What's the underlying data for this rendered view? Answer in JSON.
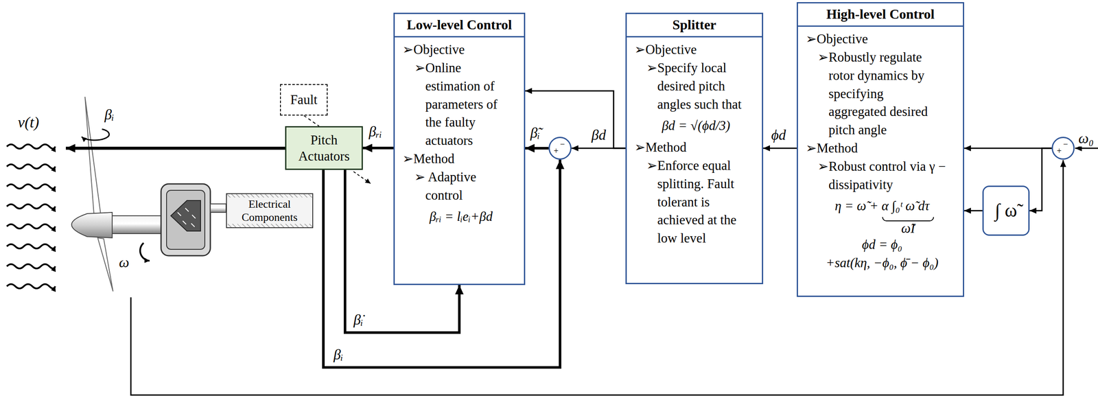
{
  "diagram": {
    "nodes": [
      {
        "text": [
          "Fault"
        ]
      },
      {
        "text": [
          "Pitch Actuators"
        ]
      },
      {
        "text": [
          "Electrical Components"
        ]
      },
      {
        "text": [
          "Low-level Control",
          "➢Objective",
          "➢Online estimation of parameters of the faulty actuators",
          "➢Method",
          "➢ Adaptive control",
          "βᵣᵢ = lᵢeᵢ+βd"
        ]
      },
      {
        "text": [
          "−",
          "+"
        ]
      },
      {
        "text": [
          "Splitter",
          "➢Objective",
          "➢Specify local desired pitch angles such that",
          "βd = √(ϕd/3)",
          "➢Method",
          "➢Enforce equal splitting. Fault tolerant is achieved at the low level"
        ]
      },
      {
        "text": [
          "High-level Control",
          "➢Objective",
          "➢Robustly regulate rotor dynamics by specifying aggregated desired pitch angle",
          "➢Method",
          "➢Robust control via γ − dissipativity",
          "η = ω̃ + α ∫₀ᵗ ω̃ dτ",
          "ω̃I",
          "ϕd = ϕ₀",
          "+sat(kη, −ϕ₀, ϕ̄ − ϕ₀)"
        ]
      },
      {
        "text": [
          "∫ ω̃"
        ]
      },
      {
        "text": [
          "−",
          "+"
        ]
      }
    ],
    "edges": [
      {
        "from": 0,
        "to": 1,
        "arrow": "none"
      },
      {
        "from": 3,
        "to": 1,
        "arrow": "to",
        "label": "βᵣᵢ"
      },
      {
        "from": 4,
        "to": 3,
        "arrow": "to",
        "label": "β̃ᵢ"
      },
      {
        "from": 5,
        "to": 4,
        "arrow": "to",
        "label": "βd"
      },
      {
        "from": 5,
        "to": 3,
        "arrow": "to"
      },
      {
        "from": 6,
        "to": 5,
        "arrow": "to",
        "label": "ϕd"
      },
      {
        "from": 8,
        "to": 6,
        "arrow": "to"
      },
      {
        "from": 8,
        "to": 7,
        "arrow": "to"
      },
      {
        "from": 7,
        "to": 6,
        "arrow": "to"
      },
      {
        "from": 1,
        "to": 3,
        "arrow": "to",
        "label": "β̇ᵢ"
      },
      {
        "from": 1,
        "to": 4,
        "arrow": "to",
        "label": "βᵢ"
      }
    ],
    "labels": [
      "v(t)",
      "βᵢ",
      "ω",
      "ω₀"
    ]
  }
}
